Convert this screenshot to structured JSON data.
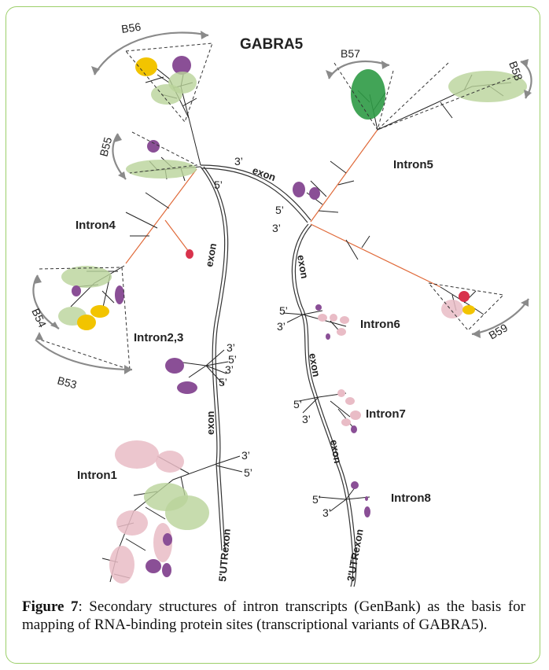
{
  "diagram": {
    "title": "GABRA5",
    "introns": [
      "Intron1",
      "Intron2,3",
      "Intron4",
      "Intron5",
      "Intron6",
      "Intron7",
      "Intron8"
    ],
    "sites": [
      "B53",
      "B54",
      "B55",
      "B56",
      "B57",
      "B58",
      "B59"
    ],
    "exon_label": "exon",
    "utr5_label": "5'UTRexon",
    "utr3_label": "3'UTRexon",
    "prime3": "3’",
    "prime5": "5’"
  },
  "caption": {
    "figure_label": "Figure 7",
    "text": ": Secondary structures of intron transcripts (GenBank) as the basis for mapping of RNA-binding protein sites (transcriptional variants of GABRA5)."
  },
  "colors": {
    "frame": "#9ccf6a",
    "purple": "#8a4f96",
    "green": "#b9d39a",
    "dark_green": "#2e9a45",
    "yellow": "#f2c400",
    "pink": "#e9bcc6",
    "red": "#d8324c"
  }
}
